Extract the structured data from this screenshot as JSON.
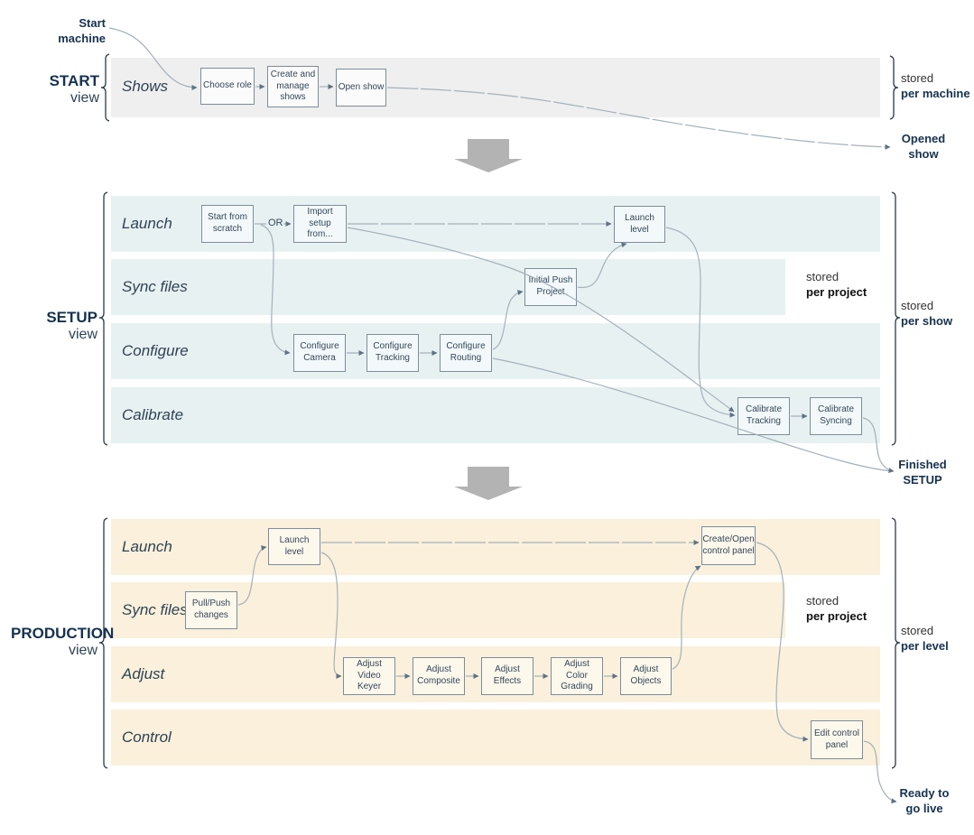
{
  "colors": {
    "accent_navy": "#16324f",
    "start_row_bg": "#efefef",
    "setup_row_bg": "#e8f1f2",
    "production_row_bg": "#faf0db",
    "box_border": "#7d8d9b",
    "connector_line": "#a3b1bb",
    "section_arrow": "#b3b3b3"
  },
  "annotations": {
    "start_machine": "Start\nmachine",
    "opened_show": "Opened\nshow",
    "finished_setup": "Finished\nSETUP",
    "ready_to_go_live": "Ready to\ngo live"
  },
  "start": {
    "name": "START",
    "view": "view",
    "rows": {
      "shows": "Shows"
    },
    "boxes": {
      "choose_role": "Choose role",
      "create_manage_shows": "Create and manage shows",
      "open_show": "Open show"
    },
    "stored_outer": {
      "line1": "stored",
      "line2": "per machine"
    }
  },
  "setup": {
    "name": "SETUP",
    "view": "view",
    "rows": {
      "launch": "Launch",
      "sync_files": "Sync files",
      "configure": "Configure",
      "calibrate": "Calibrate"
    },
    "or_label": "OR",
    "boxes": {
      "start_scratch": "Start from scratch",
      "import_setup": "Import setup from...",
      "launch_level": "Launch level",
      "initial_push": "Initial Push Project",
      "configure_camera": "Configure Camera",
      "configure_tracking": "Configure Tracking",
      "configure_routing": "Configure Routing",
      "calibrate_tracking": "Calibrate Tracking",
      "calibrate_syncing": "Calibrate Syncing"
    },
    "stored_inner": {
      "line1": "stored",
      "line2": "per project"
    },
    "stored_outer": {
      "line1": "stored",
      "line2": "per show"
    }
  },
  "production": {
    "name": "PRODUCTION",
    "view": "view",
    "rows": {
      "launch": "Launch",
      "sync_files": "Sync files",
      "adjust": "Adjust",
      "control": "Control"
    },
    "boxes": {
      "launch_level": "Launch level",
      "pull_push": "Pull/Push changes",
      "adjust_video_keyer": "Adjust Video Keyer",
      "adjust_composite": "Adjust Composite",
      "adjust_effects": "Adjust Effects",
      "adjust_color_grading": "Adjust Color Grading",
      "adjust_objects": "Adjust Objects",
      "create_open_panel": "Create/Open control panel",
      "edit_panel": "Edit control panel"
    },
    "stored_inner": {
      "line1": "stored",
      "line2": "per project"
    },
    "stored_outer": {
      "line1": "stored",
      "line2": "per level"
    }
  }
}
